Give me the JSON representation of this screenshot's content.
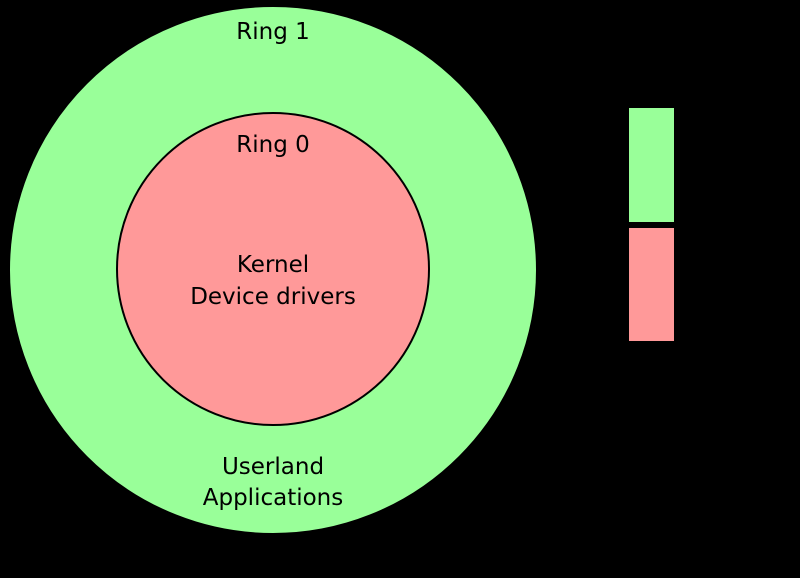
{
  "diagram": {
    "title": "protection-rings-diagram",
    "background_color": "#000000",
    "stroke_color": "#000000",
    "text_color": "#000000",
    "rings": {
      "ring1": {
        "label": "Ring 1",
        "color": "#99ff99",
        "region_label_line1": "Userland",
        "region_label_line2": "Applications"
      },
      "ring0": {
        "label": "Ring 0",
        "color": "#ff9999",
        "center_label_line1": "Kernel",
        "center_label_line2": "Device drivers"
      }
    },
    "legend_bar": {
      "segments": [
        {
          "id": "ring1-segment",
          "color": "#99ff99"
        },
        {
          "id": "ring0-segment",
          "color": "#ff9999"
        }
      ]
    }
  }
}
